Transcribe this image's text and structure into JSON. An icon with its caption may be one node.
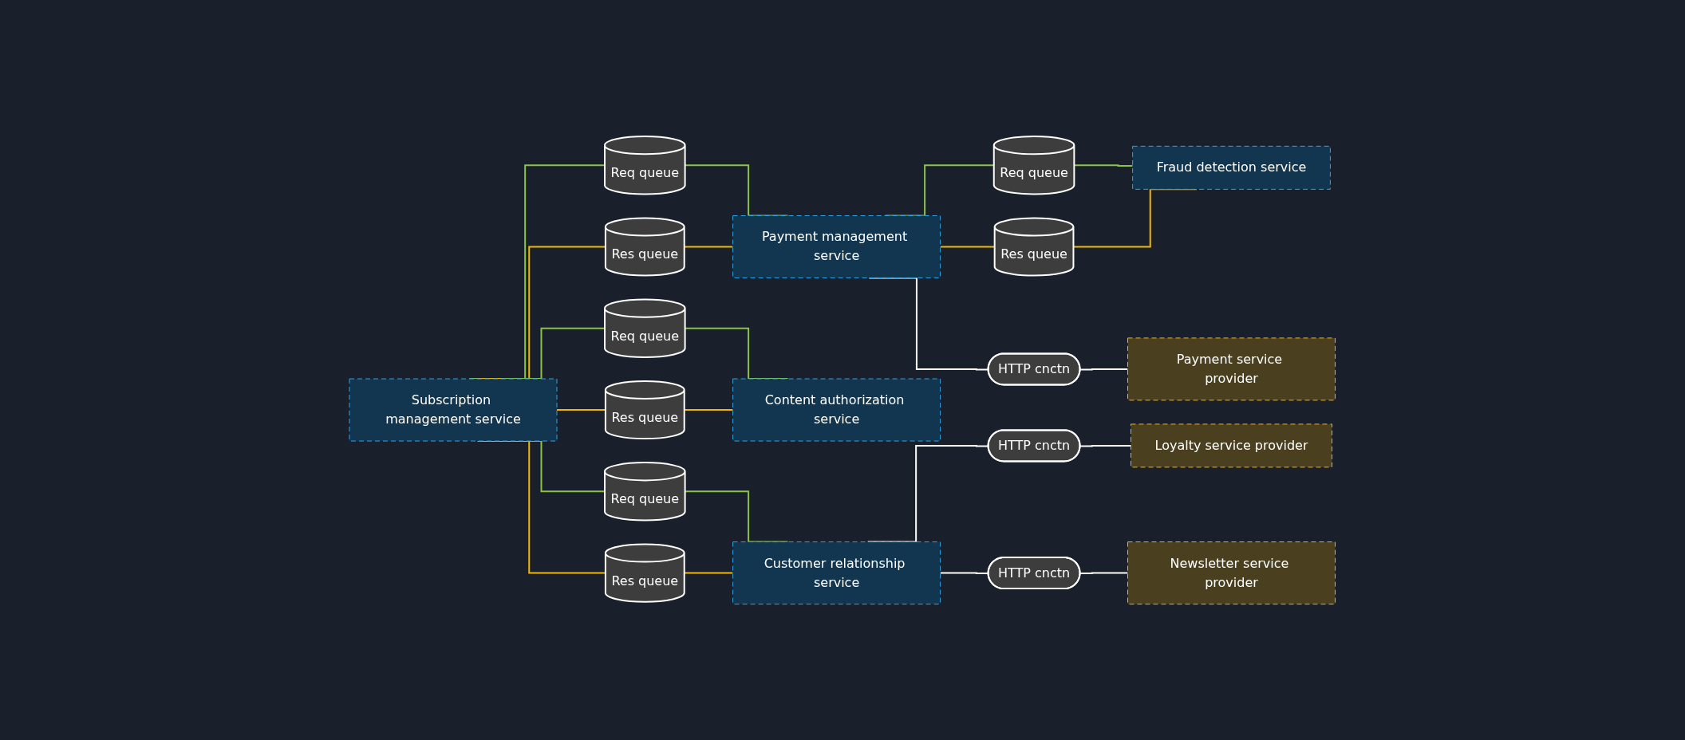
{
  "diagram": {
    "nodes": [
      {
        "text": [
          "Subscription management service"
        ]
      },
      {
        "text": [
          "Req queue"
        ]
      },
      {
        "text": [
          "Res queue"
        ]
      },
      {
        "text": [
          "Req queue"
        ]
      },
      {
        "text": [
          "Res queue"
        ]
      },
      {
        "text": [
          "Req queue"
        ]
      },
      {
        "text": [
          "Res queue"
        ]
      },
      {
        "text": [
          "Payment management service"
        ]
      },
      {
        "text": [
          "Content authorization service"
        ]
      },
      {
        "text": [
          "Customer relationship service"
        ]
      },
      {
        "text": [
          "Req queue"
        ]
      },
      {
        "text": [
          "Res queue"
        ]
      },
      {
        "text": [
          "HTTP cnctn"
        ]
      },
      {
        "text": [
          "HTTP cnctn"
        ]
      },
      {
        "text": [
          "HTTP cnctn"
        ]
      },
      {
        "text": [
          "Fraud detection service"
        ]
      },
      {
        "text": [
          "Payment service provider"
        ]
      },
      {
        "text": [
          "Loyalty service provider"
        ]
      },
      {
        "text": [
          "Newsletter service provider"
        ]
      }
    ],
    "edges": [
      {
        "from": 0,
        "to": 1,
        "arrow": "none",
        "color": "#8bc34a"
      },
      {
        "from": 1,
        "to": 7,
        "arrow": "none",
        "color": "#8bc34a"
      },
      {
        "from": 0,
        "to": 2,
        "arrow": "none",
        "color": "#f2b705"
      },
      {
        "from": 2,
        "to": 7,
        "arrow": "none",
        "color": "#f2b705"
      },
      {
        "from": 0,
        "to": 3,
        "arrow": "none",
        "color": "#8bc34a"
      },
      {
        "from": 3,
        "to": 8,
        "arrow": "none",
        "color": "#8bc34a"
      },
      {
        "from": 0,
        "to": 4,
        "arrow": "none",
        "color": "#f2b705"
      },
      {
        "from": 4,
        "to": 8,
        "arrow": "none",
        "color": "#f2b705"
      },
      {
        "from": 0,
        "to": 5,
        "arrow": "none",
        "color": "#8bc34a"
      },
      {
        "from": 5,
        "to": 9,
        "arrow": "none",
        "color": "#8bc34a"
      },
      {
        "from": 0,
        "to": 6,
        "arrow": "none",
        "color": "#f2b705"
      },
      {
        "from": 6,
        "to": 9,
        "arrow": "none",
        "color": "#f2b705"
      },
      {
        "from": 7,
        "to": 10,
        "arrow": "none",
        "color": "#8bc34a"
      },
      {
        "from": 10,
        "to": 15,
        "arrow": "none",
        "color": "#8bc34a"
      },
      {
        "from": 7,
        "to": 11,
        "arrow": "none",
        "color": "#f2b705"
      },
      {
        "from": 11,
        "to": 15,
        "arrow": "none",
        "color": "#f2b705"
      },
      {
        "from": 7,
        "to": 12,
        "arrow": "none",
        "color": "#ffffff"
      },
      {
        "from": 12,
        "to": 16,
        "arrow": "none",
        "color": "#ffffff"
      },
      {
        "from": 9,
        "to": 13,
        "arrow": "none",
        "color": "#ffffff"
      },
      {
        "from": 13,
        "to": 17,
        "arrow": "none",
        "color": "#ffffff"
      },
      {
        "from": 9,
        "to": 14,
        "arrow": "none",
        "color": "#ffffff"
      },
      {
        "from": 14,
        "to": 18,
        "arrow": "none",
        "color": "#ffffff"
      }
    ]
  }
}
